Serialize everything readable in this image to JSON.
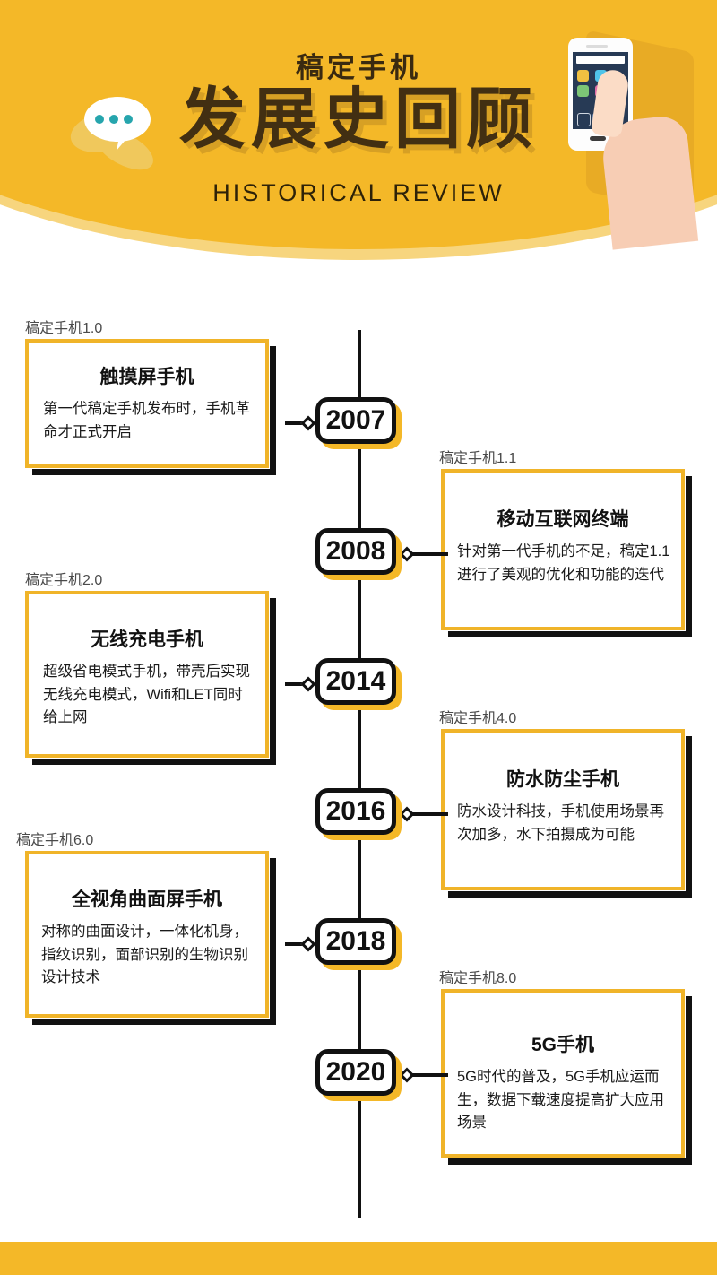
{
  "header": {
    "kicker": "稿定手机",
    "title": "发展史回顾",
    "subtitle": "HISTORICAL REVIEW",
    "bubble_icon": "speech-bubble-icon",
    "phone_icon": "hand-holding-phone-icon",
    "bg_color": "#f4b828",
    "title_color": "#422f12"
  },
  "timeline": {
    "axis_color": "#111111",
    "badge_accent": "#f4b828",
    "card_border": "#f0b429",
    "entries": [
      {
        "year": "2007",
        "side": "left",
        "label": "稿定手机1.0",
        "title": "触摸屏手机",
        "desc": "第一代稿定手机发布时，手机革命才正式开启"
      },
      {
        "year": "2008",
        "side": "right",
        "label": "稿定手机1.1",
        "title": "移动互联网终端",
        "desc": "针对第一代手机的不足，稿定1.1进行了美观的优化和功能的迭代"
      },
      {
        "year": "2014",
        "side": "left",
        "label": "稿定手机2.0",
        "title": "无线充电手机",
        "desc": "超级省电模式手机，带壳后实现无线充电模式，Wifi和LET同时给上网"
      },
      {
        "year": "2016",
        "side": "right",
        "label": "稿定手机4.0",
        "title": "防水防尘手机",
        "desc": "防水设计科技，手机使用场景再次加多，水下拍摄成为可能"
      },
      {
        "year": "2018",
        "side": "left",
        "label": "稿定手机6.0",
        "title": "全视角曲面屏手机",
        "desc": "对称的曲面设计，一体化机身，指纹识别，面部识别的生物识别设计技术"
      },
      {
        "year": "2020",
        "side": "right",
        "label": "稿定手机8.0",
        "title": "5G手机",
        "desc": "5G时代的普及，5G手机应运而生，数据下载速度提高扩大应用场景"
      }
    ]
  },
  "footer": {
    "bar_color": "#f4b828"
  }
}
